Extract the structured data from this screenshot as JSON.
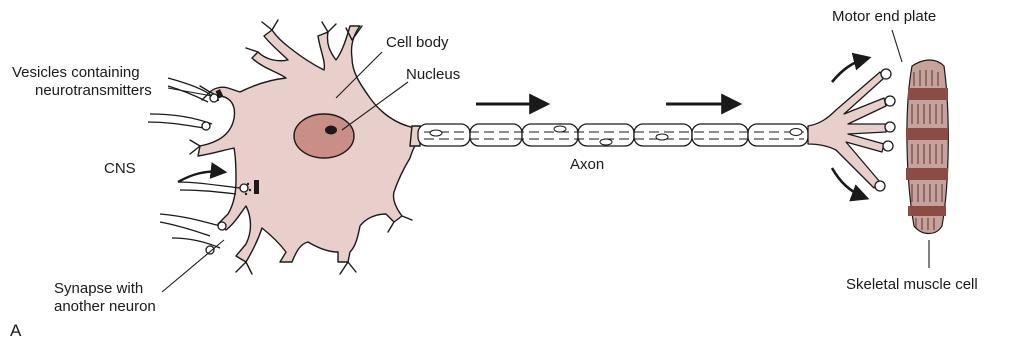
{
  "labels": {
    "cell_body": "Cell body",
    "nucleus": "Nucleus",
    "vesicles_line1": "Vesicles containing",
    "vesicles_line2": "neurotransmitters",
    "cns": "CNS",
    "synapse_line1": "Synapse with",
    "synapse_line2": "another neuron",
    "axon": "Axon",
    "motor_end_plate": "Motor end plate",
    "skeletal_muscle_cell": "Skeletal muscle cell",
    "panel": "A"
  },
  "colors": {
    "cell_body_fill": "#e8cfcc",
    "nucleus_fill": "#c98e86",
    "muscle_fill": "#c7a29c",
    "muscle_band": "#8a4c45",
    "outline": "#1a1a1a"
  }
}
